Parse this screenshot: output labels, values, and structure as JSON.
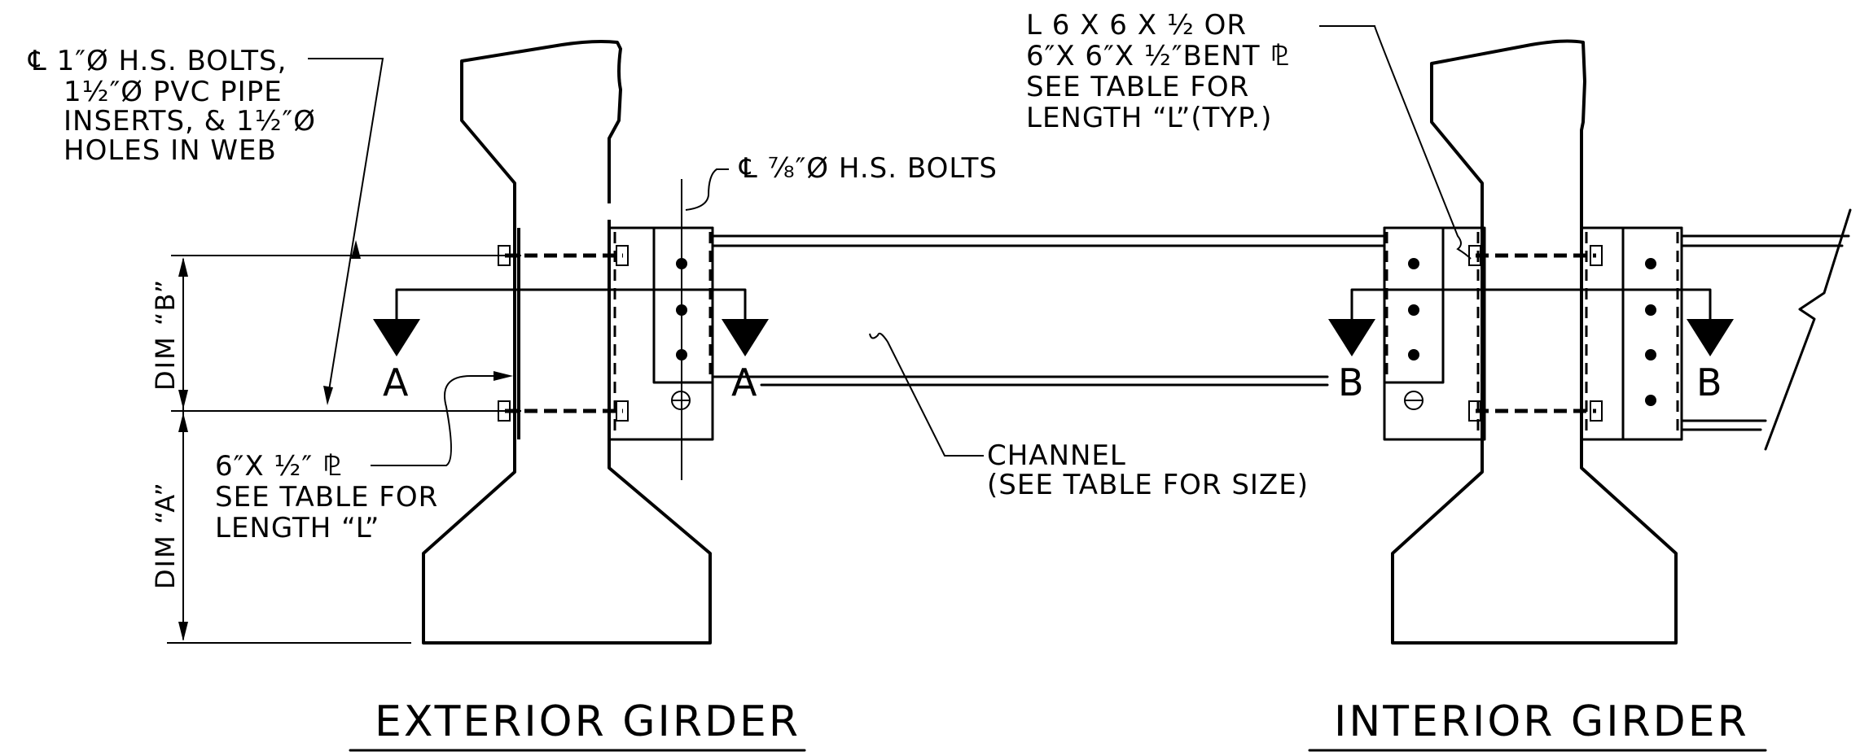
{
  "titles": {
    "exterior": "EXTERIOR GIRDER",
    "interior": "INTERIOR GIRDER"
  },
  "section_marks": {
    "a_left": "A",
    "a_right": "A",
    "b_left": "B",
    "b_right": "B"
  },
  "dimensions": {
    "dim_b": "DIM “B”",
    "dim_a": "DIM “A”"
  },
  "notes": {
    "bolts_1in": [
      "℄ 1″Ø H.S. BOLTS,",
      "1½″Ø PVC PIPE",
      "INSERTS, & 1½″Ø",
      "HOLES IN WEB"
    ],
    "bolts_7_8": "℄ ⅞″Ø H.S. BOLTS",
    "plate": [
      "6″X ½″ ⅊",
      "SEE TABLE FOR",
      "LENGTH “L”"
    ],
    "angle": [
      "L 6 X 6 X ½  OR",
      "6″X 6″X ½″BENT ⅊",
      "SEE TABLE FOR",
      "LENGTH “L”(TYP.)"
    ],
    "channel": [
      "CHANNEL",
      "(SEE TABLE FOR SIZE)"
    ]
  }
}
